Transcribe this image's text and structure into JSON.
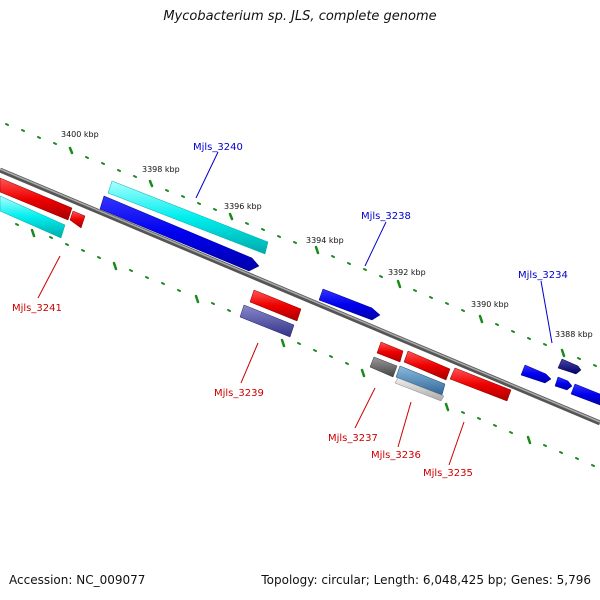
{
  "title": "Mycobacterium sp. JLS, complete genome",
  "footer": {
    "accession": "Accession: NC_009077",
    "summary": "Topology: circular; Length: 6,048,425 bp; Genes: 5,796"
  },
  "kbp_labels": [
    "3400 kbp",
    "3398 kbp",
    "3396 kbp",
    "3394 kbp",
    "3392 kbp",
    "3390 kbp",
    "3388 kbp"
  ],
  "genes": [
    {
      "id": "Mjls_3240",
      "color": "#0000cc"
    },
    {
      "id": "Mjls_3238",
      "color": "#0000cc"
    },
    {
      "id": "Mjls_3234",
      "color": "#0000cc"
    },
    {
      "id": "Mjls_3241",
      "color": "#cc0000"
    },
    {
      "id": "Mjls_3239",
      "color": "#cc0000"
    },
    {
      "id": "Mjls_3237",
      "color": "#cc0000"
    },
    {
      "id": "Mjls_3236",
      "color": "#cc0000"
    },
    {
      "id": "Mjls_3235",
      "color": "#cc0000"
    }
  ],
  "colors": {
    "backbone": "#888888",
    "tick": "#1a8a1a",
    "forward_cds": "#0000ee",
    "reverse_cds": "#ee0000",
    "rrna": "#00e5ee"
  }
}
